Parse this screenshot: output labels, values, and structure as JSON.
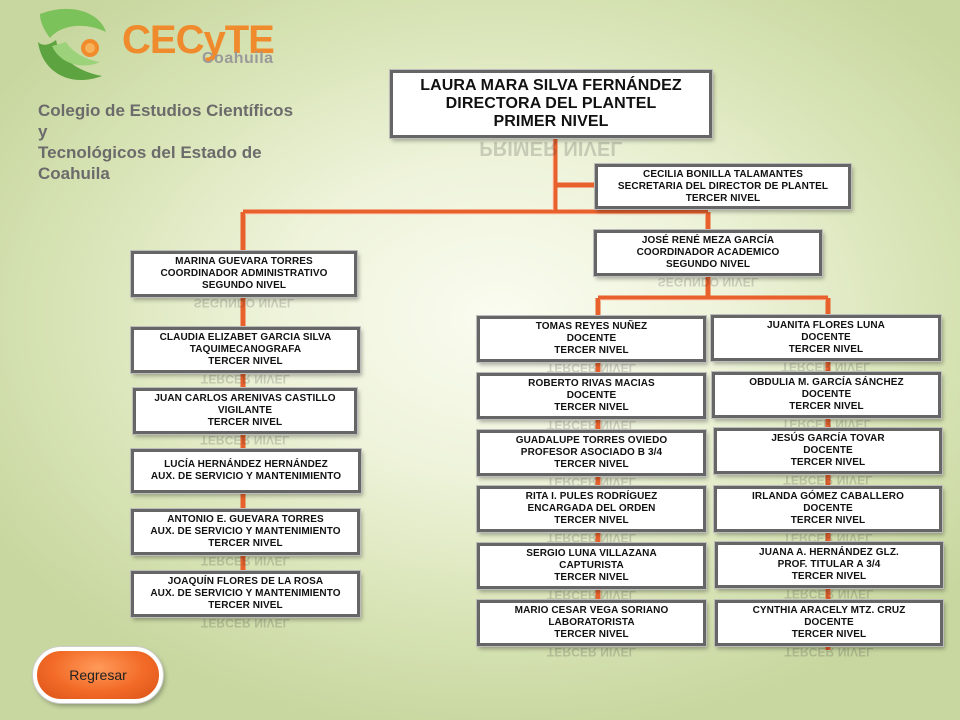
{
  "institution": {
    "brand": "CECyTE",
    "state": "Coahuila",
    "name_line1": "Colegio de Estudios Científicos y",
    "name_line2": "Tecnológicos del Estado de Coahuila",
    "logo_icon": "leaf-swoosh-icon",
    "colors": {
      "brand_orange": "#ef8b2c",
      "leaf_green": "#6ab04c",
      "text_gray": "#6b6b6b"
    }
  },
  "org_chart": {
    "connector_color": "#e8612c",
    "nodes": [
      {
        "id": "director",
        "lines": [
          "LAURA MARA SILVA FERNÁNDEZ",
          "DIRECTORA DEL PLANTEL",
          "PRIMER NIVEL"
        ],
        "reflection": "PRIMER NIVEL"
      },
      {
        "id": "secretaria",
        "lines": [
          "CECILIA BONILLA TALAMANTES",
          "SECRETARIA DEL DIRECTOR DE PLANTEL",
          "TERCER NIVEL"
        ],
        "reflection": ""
      },
      {
        "id": "coord-admin",
        "lines": [
          "MARINA GUEVARA TORRES",
          "COORDINADOR ADMINISTRATIVO",
          "SEGUNDO NIVEL"
        ],
        "reflection": "SEGUNDO NIVEL"
      },
      {
        "id": "coord-acad",
        "lines": [
          "JOSÉ RENÉ MEZA GARCÍA",
          "COORDINADOR ACADEMICO",
          "SEGUNDO NIVEL"
        ],
        "reflection": "SEGUNDO NIVEL"
      },
      {
        "id": "claudia",
        "lines": [
          "CLAUDIA ELIZABET GARCIA SILVA",
          "TAQUIMECANOGRAFA",
          "TERCER NIVEL"
        ],
        "reflection": "TERCER NIVEL"
      },
      {
        "id": "juan-carlos",
        "lines": [
          "JUAN CARLOS ARENIVAS CASTILLO",
          "VIGILANTE",
          "TERCER NIVEL"
        ],
        "reflection": "TERCER NIVEL"
      },
      {
        "id": "lucia",
        "lines": [
          "LUCÍA HERNÁNDEZ HERNÁNDEZ",
          "AUX. DE SERVICIO Y MANTENIMIENTO"
        ],
        "reflection": ""
      },
      {
        "id": "antonio",
        "lines": [
          "ANTONIO E. GUEVARA TORRES",
          "AUX. DE SERVICIO Y MANTENIMIENTO",
          "TERCER NIVEL"
        ],
        "reflection": "TERCER NIVEL"
      },
      {
        "id": "joaquin",
        "lines": [
          "JOAQUÍN FLORES DE LA ROSA",
          "AUX. DE SERVICIO Y MANTENIMIENTO",
          "TERCER NIVEL"
        ],
        "reflection": "TERCER NIVEL"
      },
      {
        "id": "tomas",
        "lines": [
          "TOMAS REYES NUÑEZ",
          "DOCENTE",
          "TERCER NIVEL"
        ],
        "reflection": "TERCER NIVEL"
      },
      {
        "id": "roberto",
        "lines": [
          "ROBERTO RIVAS MACIAS",
          "DOCENTE",
          "TERCER NIVEL"
        ],
        "reflection": "TERCER NIVEL"
      },
      {
        "id": "guadalupe",
        "lines": [
          "GUADALUPE TORRES OVIEDO",
          "PROFESOR ASOCIADO B 3/4",
          "TERCER NIVEL"
        ],
        "reflection": "TERCER NIVEL"
      },
      {
        "id": "rita",
        "lines": [
          "RITA I. PULES RODRÍGUEZ",
          "ENCARGADA DEL ORDEN",
          "TERCER NIVEL"
        ],
        "reflection": "TERCER NIVEL"
      },
      {
        "id": "sergio",
        "lines": [
          "SERGIO LUNA VILLAZANA",
          "CAPTURISTA",
          "TERCER NIVEL"
        ],
        "reflection": "TERCER NIVEL"
      },
      {
        "id": "mario",
        "lines": [
          "MARIO CESAR VEGA SORIANO",
          "LABORATORISTA",
          "TERCER NIVEL"
        ],
        "reflection": "TERCER NIVEL"
      },
      {
        "id": "juanita",
        "lines": [
          "JUANITA FLORES LUNA",
          "DOCENTE",
          "TERCER NIVEL"
        ],
        "reflection": "TERCER NIVEL"
      },
      {
        "id": "obdulia",
        "lines": [
          "OBDULIA M.  GARCÍA SÁNCHEZ",
          "DOCENTE",
          "TERCER NIVEL"
        ],
        "reflection": "TERCER NIVEL"
      },
      {
        "id": "jesus",
        "lines": [
          "JESÚS GARCÍA TOVAR",
          "DOCENTE",
          "TERCER NIVEL"
        ],
        "reflection": "TERCER NIVEL"
      },
      {
        "id": "irlanda",
        "lines": [
          "IRLANDA GÓMEZ CABALLERO",
          "DOCENTE",
          "TERCER NIVEL"
        ],
        "reflection": "TERCER NIVEL"
      },
      {
        "id": "juana",
        "lines": [
          "JUANA A. HERNÁNDEZ GLZ.",
          "PROF. TITULAR A 3/4",
          "TERCER NIVEL"
        ],
        "reflection": "TERCER NIVEL"
      },
      {
        "id": "cynthia",
        "lines": [
          "CYNTHIA ARACELY MTZ. CRUZ",
          "DOCENTE",
          "TERCER NIVEL"
        ],
        "reflection": "TERCER NIVEL"
      }
    ]
  },
  "back_button": {
    "label": "Regresar",
    "color": "#f26a26"
  }
}
